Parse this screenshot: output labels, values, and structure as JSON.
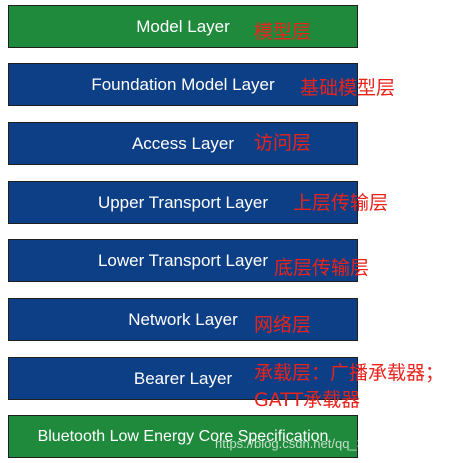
{
  "layers": [
    {
      "label": "Model Layer",
      "note": "模型层"
    },
    {
      "label": "Foundation Model Layer",
      "note": "基础模型层"
    },
    {
      "label": "Access Layer",
      "note": "访问层"
    },
    {
      "label": "Upper Transport Layer",
      "note": "上层传输层"
    },
    {
      "label": "Lower Transport Layer",
      "note": "底层传输层"
    },
    {
      "label": "Network Layer",
      "note": "网络层"
    },
    {
      "label": "Bearer Layer",
      "note_line1": "承载层：广播承载器；",
      "note_line2": "GATT承载器"
    },
    {
      "label": "Bluetooth Low Energy Core Specification"
    }
  ],
  "watermark": "https://blog.csdn.net/qq_38531460",
  "colors": {
    "green": "#1f8a3c",
    "blue": "#0d3f86",
    "annotation": "#e8231c"
  }
}
